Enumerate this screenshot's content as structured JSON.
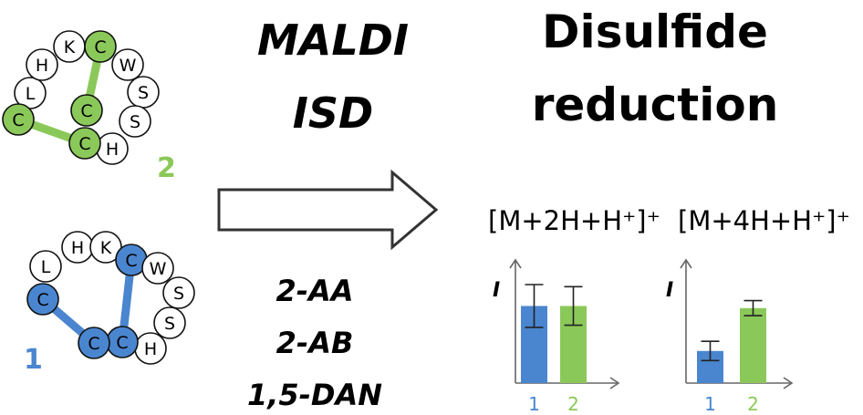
{
  "colors": {
    "green": "#8bc85a",
    "blue": "#4a86cf",
    "green_dark": "#6fae45",
    "blue_dark": "#2e6db4"
  },
  "methods": {
    "line1": "MALDI",
    "line2": "ISD"
  },
  "matrices": [
    "2-AA",
    "2-AB",
    "1,5-DAN"
  ],
  "title": {
    "line1": "Disulfide",
    "line2": "reduction"
  },
  "ions": {
    "left": "[M+2H+H⁺]⁺",
    "right": "[M+4H+H⁺]⁺"
  },
  "peptides": [
    {
      "id": "2",
      "color_key": "green",
      "residues": [
        {
          "letter": "L",
          "filled": false
        },
        {
          "letter": "H",
          "filled": false
        },
        {
          "letter": "K",
          "filled": false
        },
        {
          "letter": "C",
          "filled": true
        },
        {
          "letter": "W",
          "filled": false
        },
        {
          "letter": "S",
          "filled": false
        },
        {
          "letter": "S",
          "filled": false
        },
        {
          "letter": "H",
          "filled": false
        },
        {
          "letter": "C",
          "filled": true
        },
        {
          "letter": "C",
          "filled": true
        },
        {
          "letter": "C",
          "filled": true
        }
      ]
    },
    {
      "id": "1",
      "color_key": "blue",
      "residues": [
        {
          "letter": "L",
          "filled": false
        },
        {
          "letter": "H",
          "filled": false
        },
        {
          "letter": "K",
          "filled": false
        },
        {
          "letter": "C",
          "filled": true
        },
        {
          "letter": "W",
          "filled": false
        },
        {
          "letter": "S",
          "filled": false
        },
        {
          "letter": "S",
          "filled": false
        },
        {
          "letter": "H",
          "filled": false
        },
        {
          "letter": "C",
          "filled": true
        },
        {
          "letter": "C",
          "filled": true
        },
        {
          "letter": "C",
          "filled": true
        }
      ]
    }
  ],
  "chart_data": [
    {
      "type": "bar",
      "ylabel": "I",
      "categories": [
        "1",
        "2"
      ],
      "values": [
        0.72,
        0.72
      ],
      "error": [
        0.2,
        0.18
      ],
      "ylim": [
        0,
        1.15
      ],
      "grid": false,
      "colors": [
        "#4a86cf",
        "#8bc85a"
      ]
    },
    {
      "type": "bar",
      "ylabel": "I",
      "categories": [
        "1",
        "2"
      ],
      "values": [
        0.3,
        0.7
      ],
      "error": [
        0.09,
        0.07
      ],
      "ylim": [
        0,
        1.15
      ],
      "grid": false,
      "colors": [
        "#4a86cf",
        "#8bc85a"
      ]
    }
  ]
}
